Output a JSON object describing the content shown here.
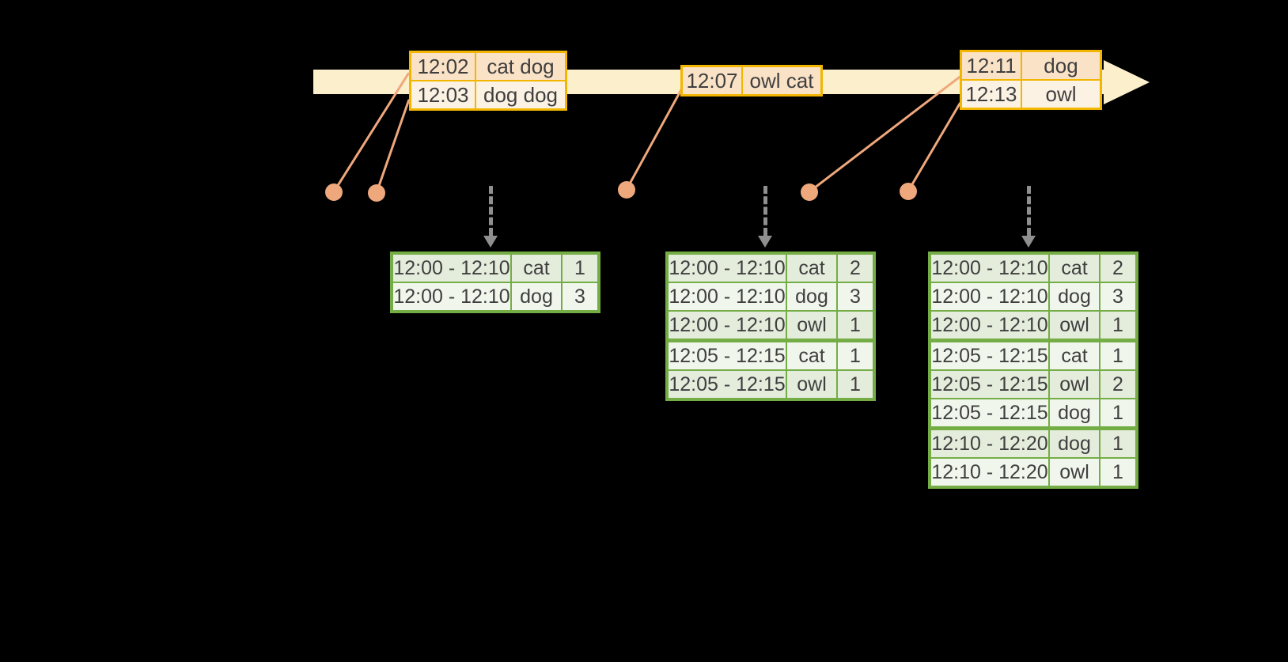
{
  "colors": {
    "background": "#000000",
    "timeline_fill": "#FBF0CB",
    "event_table_border": "#F2B600",
    "event_row_dark": "#FAE2C6",
    "event_row_light": "#FCF2E3",
    "marker_salmon": "#EFA77C",
    "trigger_arrow_gray": "#8F8F8F",
    "result_table_border": "#74AD45",
    "result_row_dark": "#E4EDDC",
    "result_row_light": "#F1F6ED",
    "text": "#3F3F3F"
  },
  "icons": {
    "timeline_arrowhead": "block-arrow-right",
    "event_marker": "filled-circle",
    "trigger_arrow": "dashed-down-arrow"
  },
  "event_tables": [
    {
      "rows": [
        {
          "time": "12:02",
          "words": "cat dog"
        },
        {
          "time": "12:03",
          "words": "dog dog"
        }
      ]
    },
    {
      "rows": [
        {
          "time": "12:07",
          "words": "owl cat"
        }
      ]
    },
    {
      "rows": [
        {
          "time": "12:11",
          "words": "dog"
        },
        {
          "time": "12:13",
          "words": "owl"
        }
      ]
    }
  ],
  "result_tables": [
    {
      "rows": [
        {
          "window": "12:00 - 12:10",
          "word": "cat",
          "count": "1"
        },
        {
          "window": "12:00 - 12:10",
          "word": "dog",
          "count": "3"
        }
      ]
    },
    {
      "rows": [
        {
          "window": "12:00 - 12:10",
          "word": "cat",
          "count": "2"
        },
        {
          "window": "12:00 - 12:10",
          "word": "dog",
          "count": "3"
        },
        {
          "window": "12:00 - 12:10",
          "word": "owl",
          "count": "1"
        },
        {
          "window": "12:05 - 12:15",
          "word": "cat",
          "count": "1"
        },
        {
          "window": "12:05 - 12:15",
          "word": "owl",
          "count": "1"
        }
      ]
    },
    {
      "rows": [
        {
          "window": "12:00 - 12:10",
          "word": "cat",
          "count": "2"
        },
        {
          "window": "12:00 - 12:10",
          "word": "dog",
          "count": "3"
        },
        {
          "window": "12:00 - 12:10",
          "word": "owl",
          "count": "1"
        },
        {
          "window": "12:05 - 12:15",
          "word": "cat",
          "count": "1"
        },
        {
          "window": "12:05 - 12:15",
          "word": "owl",
          "count": "2"
        },
        {
          "window": "12:05 - 12:15",
          "word": "dog",
          "count": "1"
        },
        {
          "window": "12:10 - 12:20",
          "word": "dog",
          "count": "1"
        },
        {
          "window": "12:10 - 12:20",
          "word": "owl",
          "count": "1"
        }
      ]
    }
  ]
}
